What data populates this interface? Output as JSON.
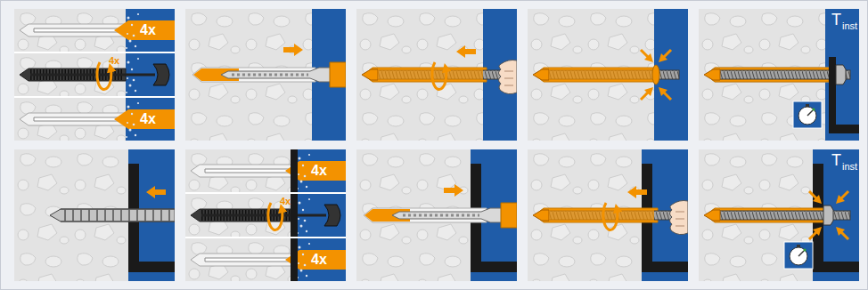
{
  "diagram": {
    "labels": [
      "4x",
      "4x",
      "4x",
      "T",
      "inst",
      "4x",
      "4x",
      "4x",
      "T",
      "inst"
    ]
  }
}
